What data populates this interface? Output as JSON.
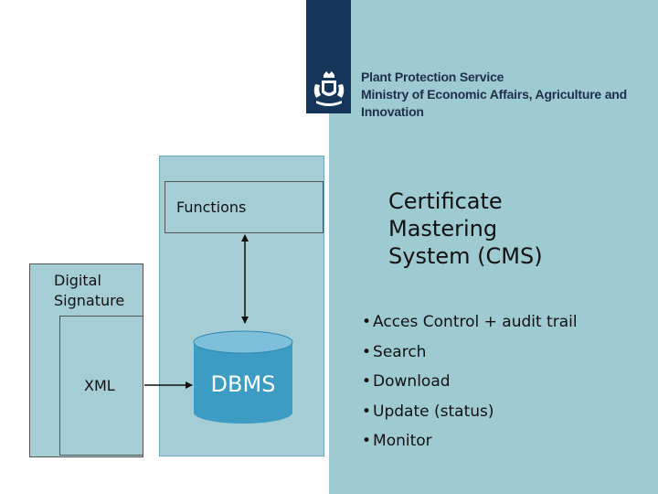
{
  "header": {
    "org_line_1": "Plant Protection Service",
    "org_line_2": "Ministry of Economic Affairs, Agriculture and",
    "org_line_3": "Innovation"
  },
  "diagram": {
    "functions_label": "Functions",
    "digital_signature_line_1": "Digital",
    "digital_signature_line_2": "Signature",
    "xml_label": "XML",
    "dbms_label": "DBMS"
  },
  "title": {
    "line_1": "Certificate",
    "line_2": "Mastering",
    "line_3": "System (CMS)"
  },
  "bullets": [
    "Acces Control + audit trail",
    "Search",
    "Download",
    "Update (status)",
    "Monitor"
  ],
  "colors": {
    "panel": "#9ecad2",
    "logo_bar": "#15355a",
    "box_fill": "#a5cdd6",
    "dbms_fill": "#3c9cc4"
  }
}
